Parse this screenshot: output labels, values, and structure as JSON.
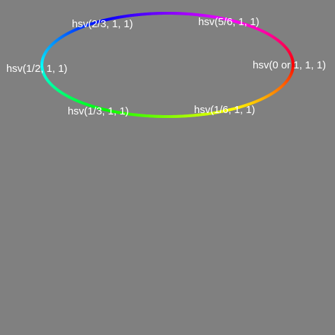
{
  "background_color": "#808080",
  "label_color": "#ffffff",
  "hue_wheel": {
    "stroke_width_note": "continuous hue ring",
    "stops": [
      {
        "hue_fraction": 0,
        "color": "#ff0000"
      },
      {
        "hue_fraction": 0.1667,
        "color": "#ffff00"
      },
      {
        "hue_fraction": 0.3333,
        "color": "#00ff00"
      },
      {
        "hue_fraction": 0.5,
        "color": "#00ffff"
      },
      {
        "hue_fraction": 0.6667,
        "color": "#0000ff"
      },
      {
        "hue_fraction": 0.8333,
        "color": "#ff00ff"
      },
      {
        "hue_fraction": 1,
        "color": "#ff0000"
      }
    ],
    "labels": [
      {
        "id": "hue-0",
        "text": "hsv(0 or 1, 1, 1)"
      },
      {
        "id": "hue-1-6",
        "text": "hsv(1/6, 1, 1)"
      },
      {
        "id": "hue-1-3",
        "text": "hsv(1/3, 1, 1)"
      },
      {
        "id": "hue-1-2",
        "text": "hsv(1/2, 1, 1)"
      },
      {
        "id": "hue-2-3",
        "text": "hsv(2/3, 1, 1)"
      },
      {
        "id": "hue-5-6",
        "text": "hsv(5/6, 1, 1)"
      }
    ]
  }
}
